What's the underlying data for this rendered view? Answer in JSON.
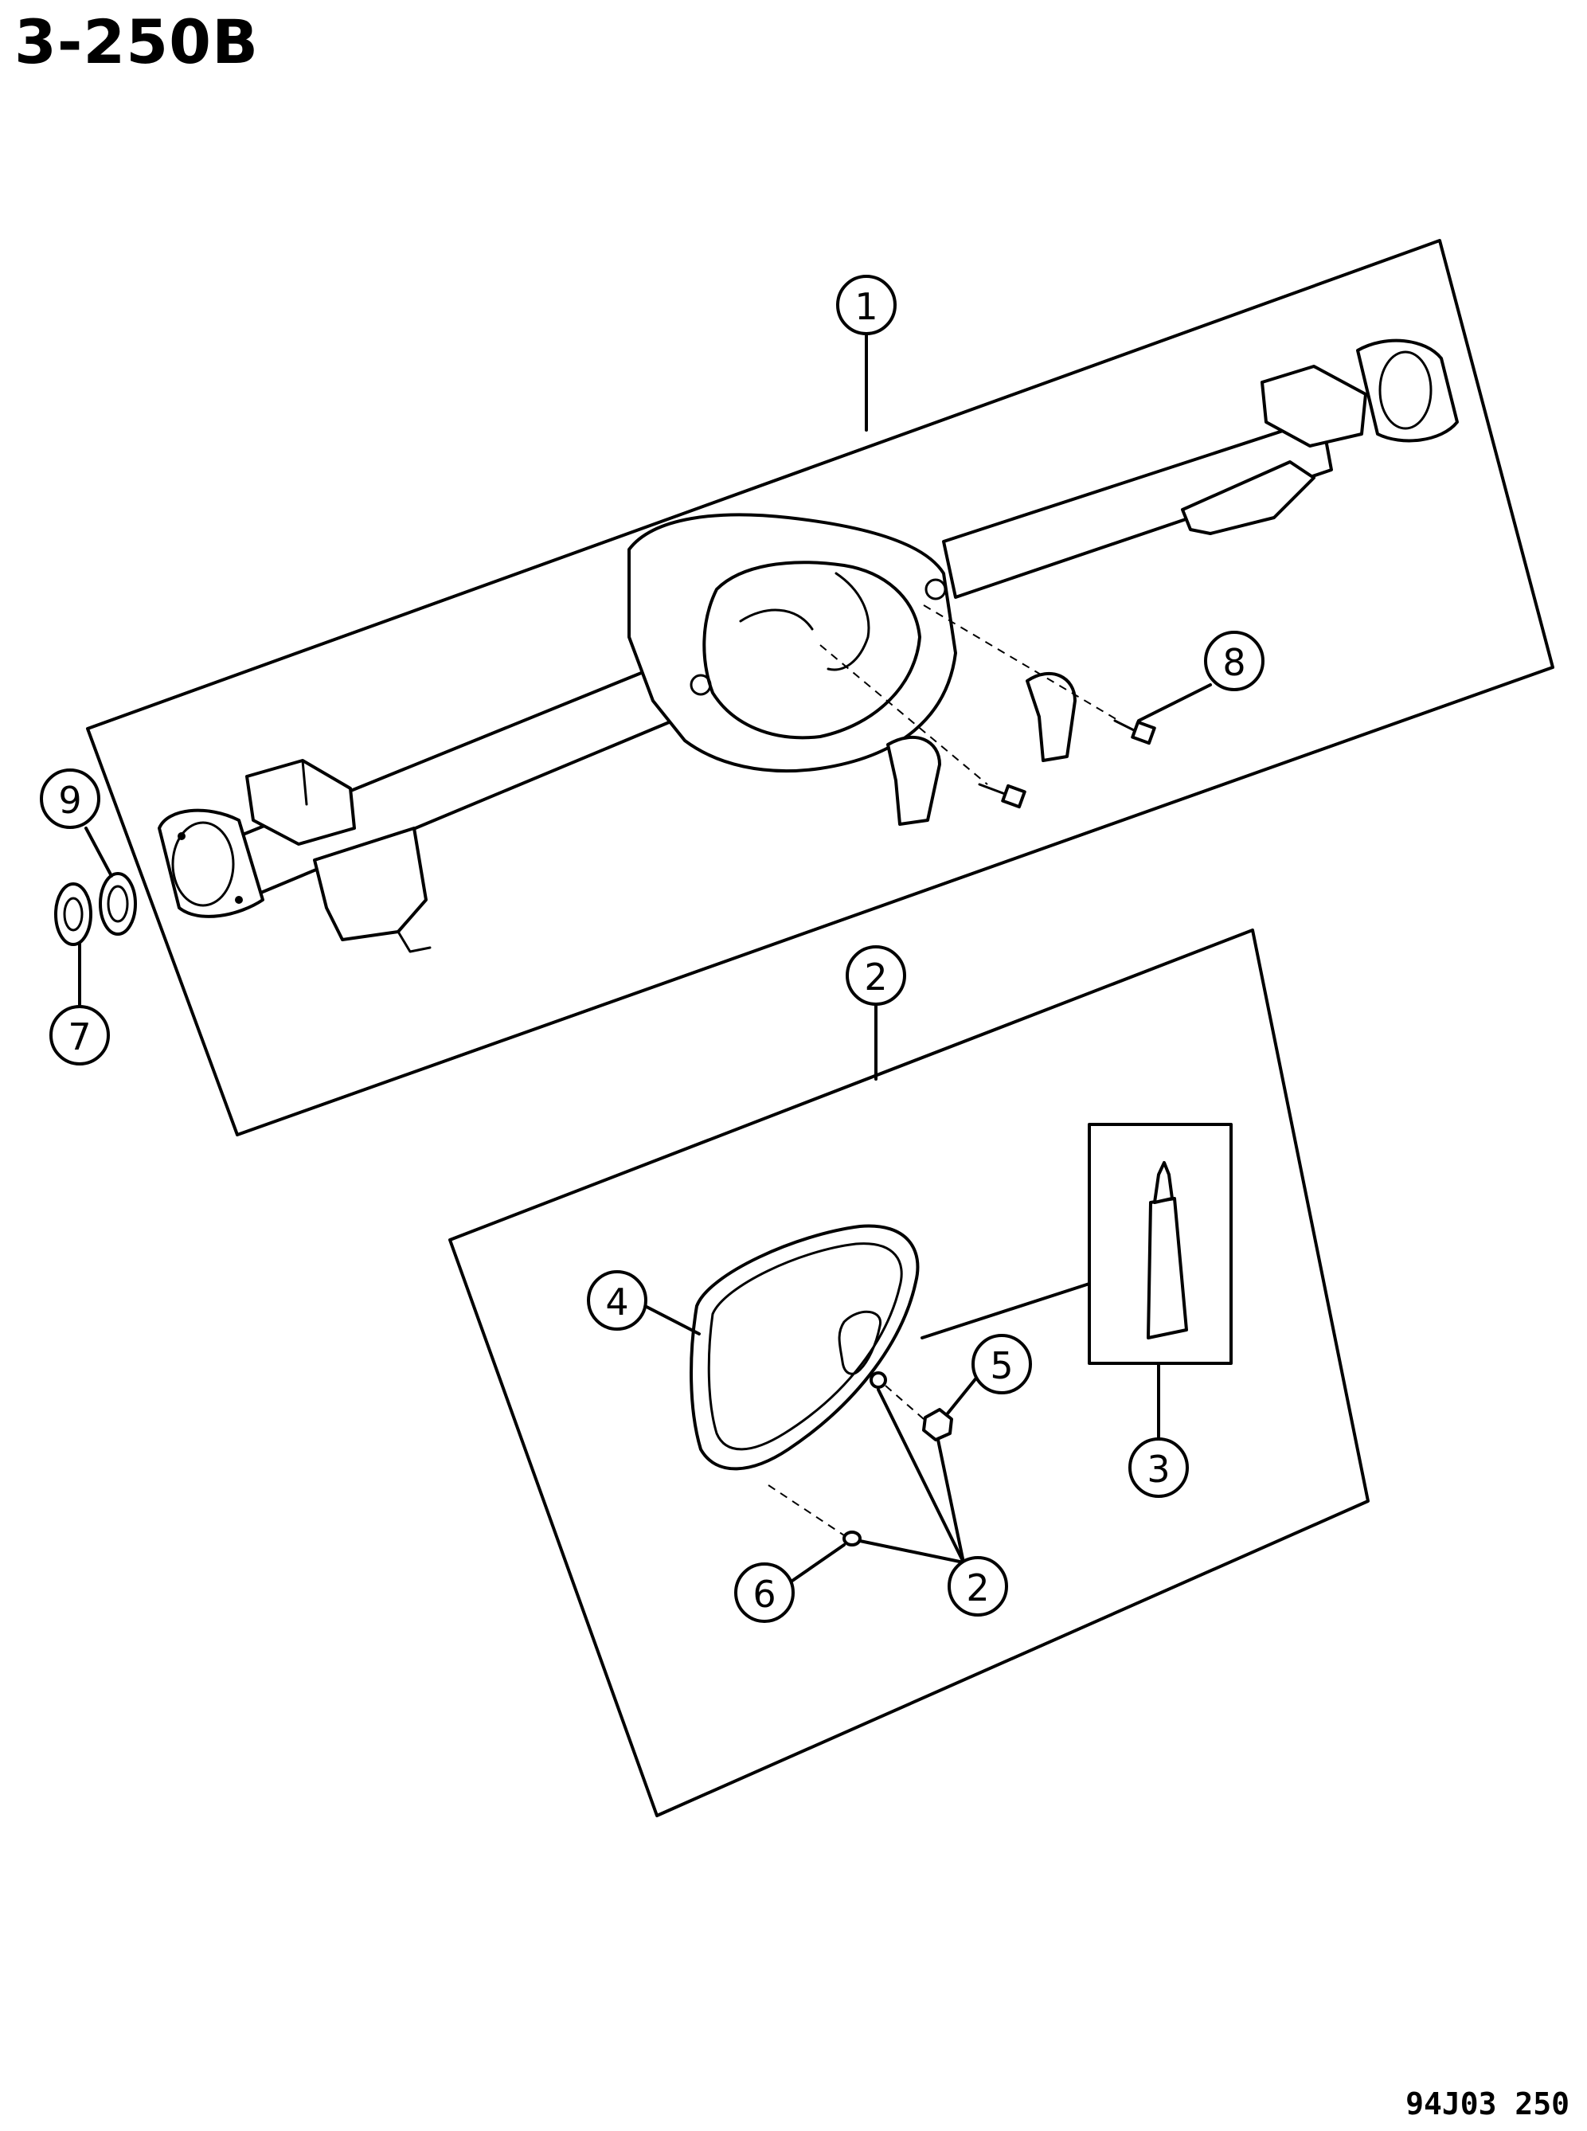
{
  "page_label": "3-250B",
  "footer_code": "94J03 250",
  "callouts": [
    {
      "id": "1",
      "label": "1"
    },
    {
      "id": "2",
      "label": "2"
    },
    {
      "id": "3",
      "label": "3"
    },
    {
      "id": "4",
      "label": "4"
    },
    {
      "id": "5",
      "label": "5"
    },
    {
      "id": "6",
      "label": "6"
    },
    {
      "id": "7",
      "label": "7"
    },
    {
      "id": "8",
      "label": "8"
    },
    {
      "id": "9",
      "label": "9"
    },
    {
      "id": "2b",
      "label": "2"
    }
  ],
  "colors": {
    "ink": "#000000",
    "paper": "#ffffff"
  }
}
